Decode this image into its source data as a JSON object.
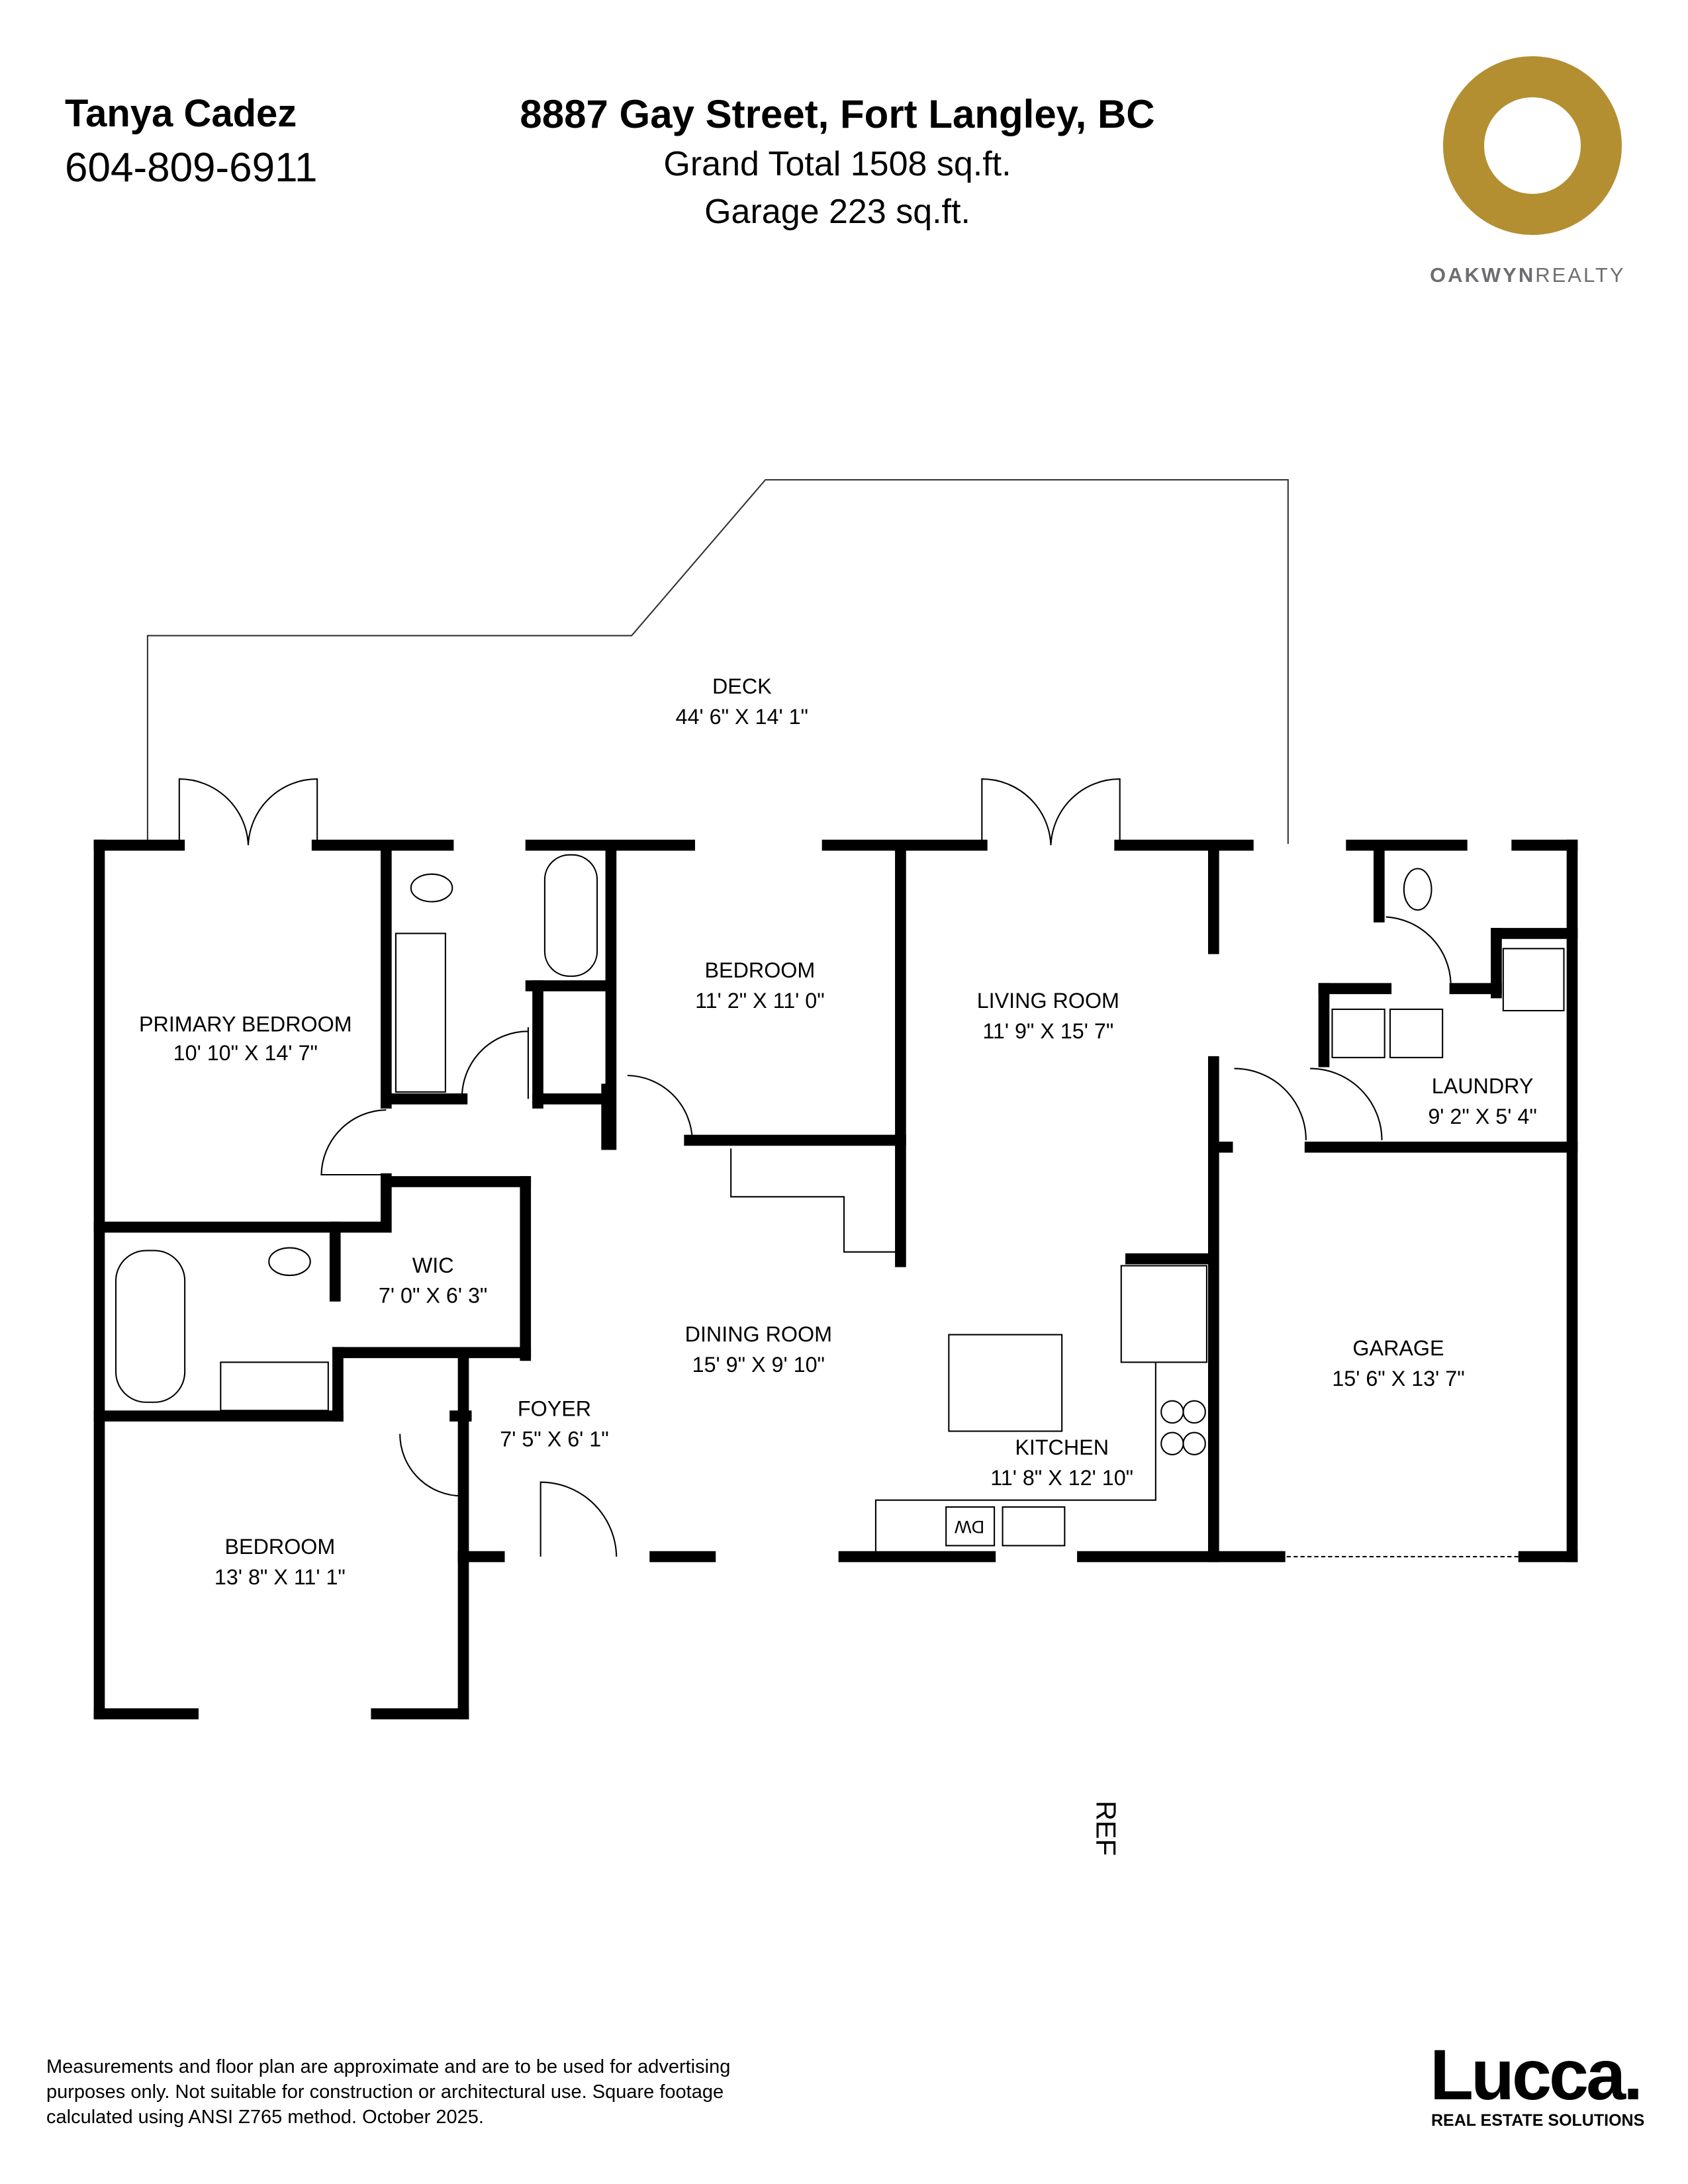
{
  "header": {
    "agent_name": "Tanya Cadez",
    "agent_phone": "604-809-6911",
    "address": "8887 Gay Street, Fort Langley, BC",
    "grand_total": "Grand Total  1508 sq.ft.",
    "garage_total": "Garage 223 sq.ft."
  },
  "logo": {
    "brand_bold": "OAKWYN",
    "brand_light": "REALTY",
    "color": "#b38f31"
  },
  "rooms": {
    "deck": {
      "name": "DECK",
      "dims": "44' 6\" X 14' 1\""
    },
    "primary_bedroom": {
      "name": "PRIMARY BEDROOM",
      "dims": "10' 10\" X 14' 7\""
    },
    "bedroom_2": {
      "name": "BEDROOM",
      "dims": "11' 2\" X 11' 0\""
    },
    "living_room": {
      "name": "LIVING ROOM",
      "dims": "11' 9\" X 15' 7\""
    },
    "laundry": {
      "name": "LAUNDRY",
      "dims": "9' 2\" X 5' 4\""
    },
    "wic": {
      "name": "WIC",
      "dims": "7' 0\" X 6' 3\""
    },
    "dining_room": {
      "name": "DINING ROOM",
      "dims": "15' 9\" X 9' 10\""
    },
    "garage": {
      "name": "GARAGE",
      "dims": "15' 6\" X 13' 7\""
    },
    "foyer": {
      "name": "FOYER",
      "dims": "7' 5\" X 6' 1\""
    },
    "kitchen": {
      "name": "KITCHEN",
      "dims": "11' 8\" X 12' 10\""
    },
    "bedroom_3": {
      "name": "BEDROOM",
      "dims": "13' 8\" X 11' 1\""
    }
  },
  "fixtures": {
    "ref": "REF",
    "dw": "DW"
  },
  "footer": {
    "disclaimer": "Measurements and floor plan are approximate and are to be used for advertising purposes only. Not suitable for construction or architectural use. Square footage calculated using ANSI Z765 method. October 2025.",
    "lucca": "Lucca.",
    "lucca_sub": "REAL ESTATE SOLUTIONS"
  }
}
